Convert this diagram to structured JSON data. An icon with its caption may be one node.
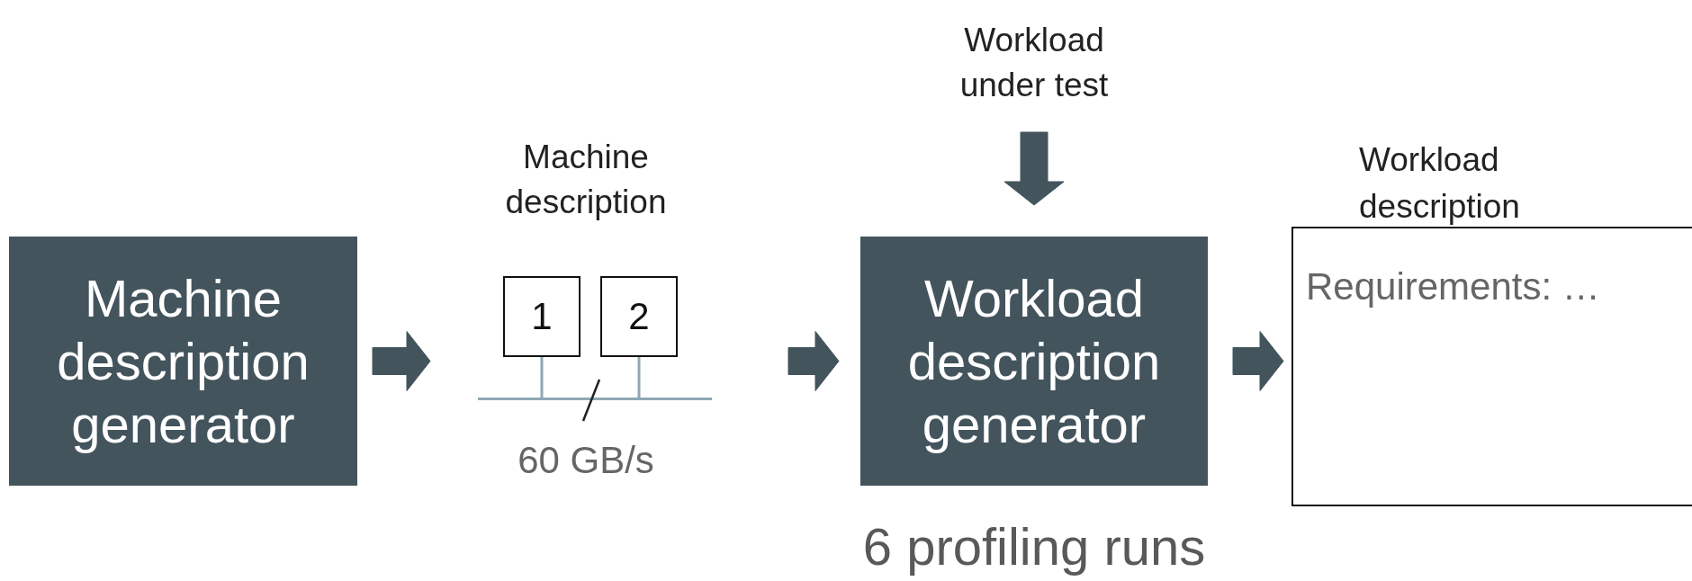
{
  "diagram": {
    "nodes": [
      {
        "text": [
          "Machine description generator"
        ]
      },
      {
        "text": [
          "Machine description"
        ]
      },
      {
        "text": [
          "1"
        ],
        "in": 1
      },
      {
        "text": [
          "2"
        ],
        "in": 1
      },
      {
        "text": [
          "Workload description generator"
        ],
        "beside": [
          "6 profiling runs"
        ]
      },
      {
        "text": [
          "Workload under test"
        ]
      },
      {
        "text": [
          "Workload description",
          "Requirements: …"
        ]
      },
      {
        "text": [],
        "shape": "bar",
        "in": 1
      }
    ],
    "edges": [
      {
        "from": 0,
        "to": 1,
        "arrow": "to"
      },
      {
        "from": 1,
        "to": 4,
        "arrow": "to"
      },
      {
        "from": 5,
        "to": 4,
        "arrow": "to"
      },
      {
        "from": 4,
        "to": 6,
        "arrow": "to"
      },
      {
        "from": 2,
        "to": 7,
        "arrow": "none",
        "color": "#8fa8b5"
      },
      {
        "from": 3,
        "to": 7,
        "arrow": "none",
        "color": "#8fa8b5"
      }
    ],
    "labels": [
      "60 GB/s"
    ]
  }
}
